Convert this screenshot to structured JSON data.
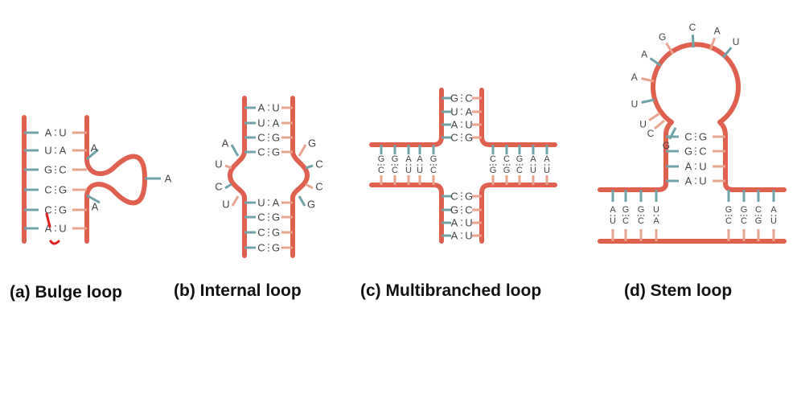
{
  "colors": {
    "strand": "#e0604f",
    "strand_dark": "#c84a3a",
    "base_light": "#e8a48f",
    "base_teal": "#6fa3a8",
    "text": "#444444",
    "mark": "#e02020"
  },
  "panels": {
    "a": {
      "label": "(a) Bulge loop",
      "pairs": [
        [
          "A",
          "U"
        ],
        [
          "U",
          "A"
        ],
        [
          "G",
          "C"
        ],
        [
          "C",
          "G"
        ],
        [
          "C",
          "G"
        ],
        [
          "A",
          "U"
        ]
      ],
      "loop_bases": [
        "A",
        "A",
        "A"
      ]
    },
    "b": {
      "label": "(b) Internal loop",
      "top_pairs": [
        [
          "A",
          "U"
        ],
        [
          "U",
          "A"
        ],
        [
          "C",
          "G"
        ],
        [
          "C",
          "G"
        ]
      ],
      "bottom_pairs": [
        [
          "U",
          "A"
        ],
        [
          "C",
          "G"
        ],
        [
          "C",
          "G"
        ],
        [
          "C",
          "G"
        ]
      ],
      "left_loop": [
        "A",
        "U",
        "C",
        "U"
      ],
      "right_loop": [
        "G",
        "C",
        "C",
        "G"
      ]
    },
    "c": {
      "label": "(c) Multibranched loop",
      "top_pairs": [
        [
          "G",
          "C"
        ],
        [
          "U",
          "A"
        ],
        [
          "A",
          "U"
        ],
        [
          "C",
          "G"
        ]
      ],
      "bottom_pairs": [
        [
          "C",
          "G"
        ],
        [
          "G",
          "C"
        ],
        [
          "A",
          "U"
        ],
        [
          "A",
          "U"
        ]
      ],
      "left_pairs": [
        [
          "G",
          "C"
        ],
        [
          "G",
          "C"
        ],
        [
          "A",
          "U"
        ],
        [
          "A",
          "U"
        ],
        [
          "G",
          "C"
        ]
      ],
      "right_pairs": [
        [
          "C",
          "G"
        ],
        [
          "C",
          "G"
        ],
        [
          "G",
          "C"
        ],
        [
          "A",
          "U"
        ],
        [
          "A",
          "U"
        ]
      ]
    },
    "d": {
      "label": "(d) Stem loop",
      "loop_bases": [
        "G",
        "U",
        "U",
        "A",
        "A",
        "G",
        "C",
        "A",
        "U"
      ],
      "loop_tail_left": "C",
      "stem_pairs": [
        [
          "C",
          "G"
        ],
        [
          "G",
          "C"
        ],
        [
          "A",
          "U"
        ],
        [
          "A",
          "U"
        ]
      ],
      "left_pairs": [
        [
          "A",
          "U"
        ],
        [
          "G",
          "C"
        ],
        [
          "G",
          "C"
        ],
        [
          "U",
          "A"
        ]
      ],
      "right_pairs": [
        [
          "G",
          "C"
        ],
        [
          "G",
          "C"
        ],
        [
          "C",
          "G"
        ],
        [
          "A",
          "U"
        ]
      ]
    }
  }
}
